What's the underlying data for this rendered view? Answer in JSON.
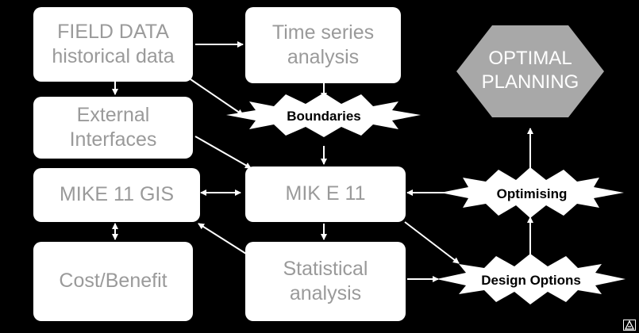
{
  "nodes": {
    "field_data": {
      "line1": "FIELD DATA",
      "line2": "historical data"
    },
    "time_series": {
      "line1": "Time  series",
      "line2": "analysis"
    },
    "external": {
      "line1": "External",
      "line2": "Interfaces"
    },
    "mike11_gis": {
      "label": "MIKE 11 GIS"
    },
    "mike11": {
      "label": "MIK E 11"
    },
    "cost_benefit": {
      "label": "Cost/Benefit"
    },
    "statistical": {
      "line1": "Statistical",
      "line2": "analysis"
    },
    "boundaries": {
      "label": "Boundaries"
    },
    "optimising": {
      "label": "Optimising"
    },
    "design_options": {
      "label": "Design Options"
    },
    "optimal_planning": {
      "line1": "OPTIMAL",
      "line2": "PLANNING"
    }
  },
  "colors": {
    "background": "#000000",
    "box_fill": "#ffffff",
    "box_text": "#9a9a9a",
    "arrow": "#ffffff",
    "hexagon": "#a8a8a8"
  },
  "icons": {
    "corner": "adobe-corner-icon"
  }
}
